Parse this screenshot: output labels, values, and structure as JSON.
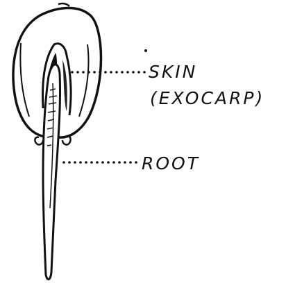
{
  "diagram": {
    "labels": {
      "skin_line1": "SKIN",
      "skin_line2": "(EXOCARP)",
      "root": "ROOT"
    },
    "colors": {
      "ink": "#111111",
      "paper": "#ffffff"
    }
  }
}
